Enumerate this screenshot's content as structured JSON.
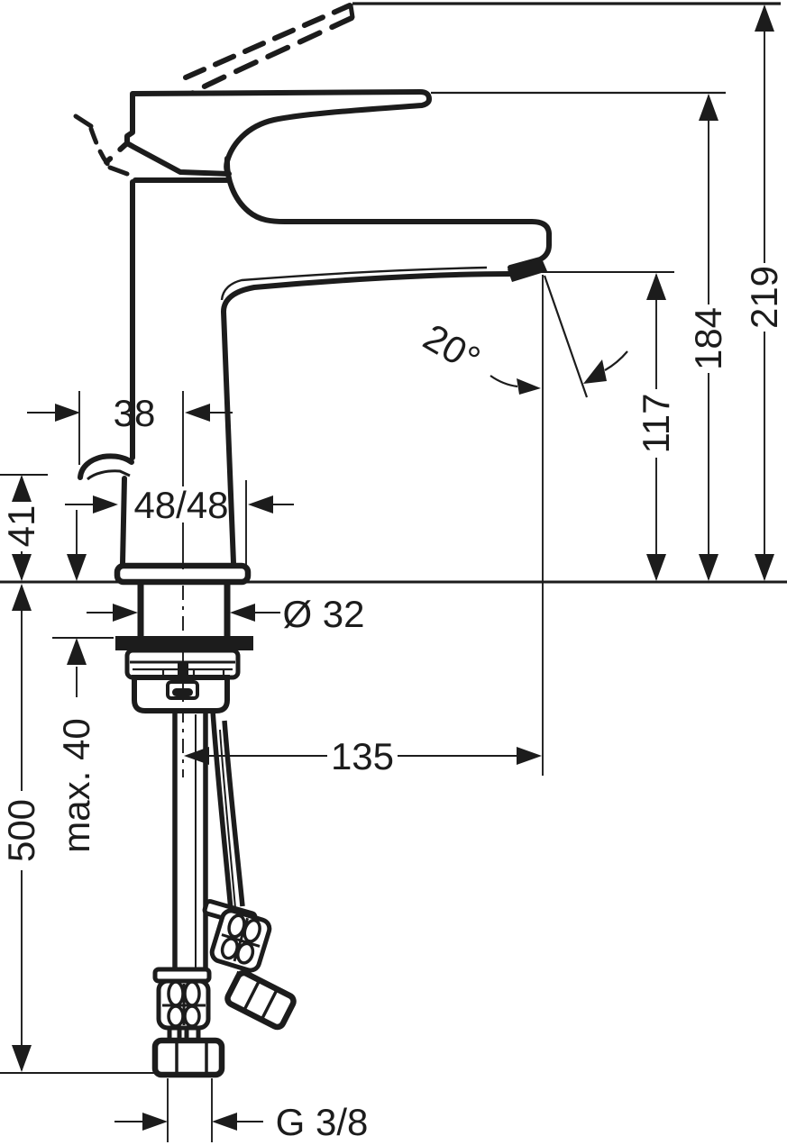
{
  "meta": {
    "title": "Single-lever basin mixer – dimensional drawing",
    "background": "#ffffff",
    "line_color": "#1c1c1c"
  },
  "dimensions": {
    "total_height": "219",
    "height_to_spout_top": "184",
    "outlet_height": "117",
    "spout_angle": "20°",
    "handle_projection": "38",
    "body_width": "48/48",
    "handle_height_above_deck": "41",
    "tap_hole_diameter": "Ø 32",
    "max_deck_thickness": "max. 40",
    "hose_length": "500",
    "spout_reach": "135",
    "supply_thread": "G 3/8"
  }
}
